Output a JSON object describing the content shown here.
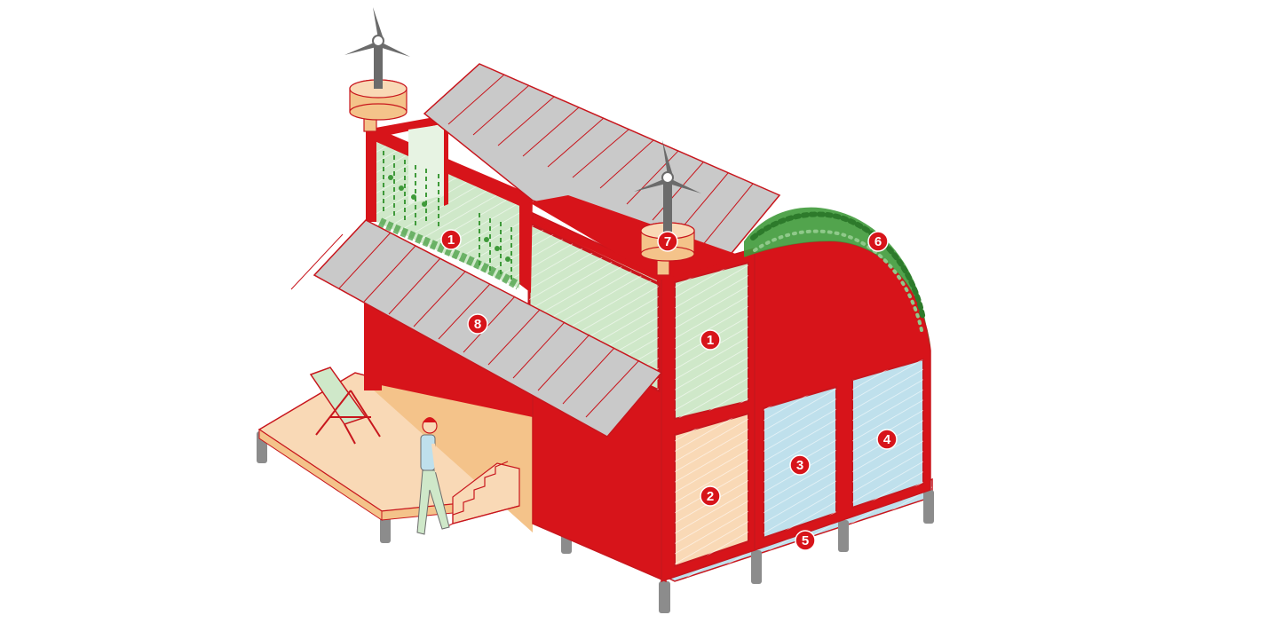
{
  "colors": {
    "frame_red": "#d7141a",
    "outline": "#c8161d",
    "solar_panel": "#c9c9c9",
    "green_panel": "#cfe8c9",
    "wood_orange": "#f4c38a",
    "light_orange": "#f9d9b6",
    "blue_panel": "#bfe0ec",
    "stilt_grey": "#8c8c8c",
    "plant_green": "#3f9a3a",
    "turbine_grey": "#6b6b6b"
  },
  "icons": [
    "wind-turbine-icon",
    "solar-panel-icon",
    "green-roof-icon",
    "deck-chair-icon",
    "person-icon",
    "stairs-icon"
  ],
  "labels": [
    {
      "id": "greenhouse",
      "number": "1"
    },
    {
      "id": "wall-green",
      "number": "1"
    },
    {
      "id": "wall-orange",
      "number": "2"
    },
    {
      "id": "wall-blue-left",
      "number": "3"
    },
    {
      "id": "wall-blue-right",
      "number": "4"
    },
    {
      "id": "base",
      "number": "5"
    },
    {
      "id": "green-roof",
      "number": "6"
    },
    {
      "id": "turbine",
      "number": "7"
    },
    {
      "id": "solar-roof",
      "number": "8"
    }
  ]
}
